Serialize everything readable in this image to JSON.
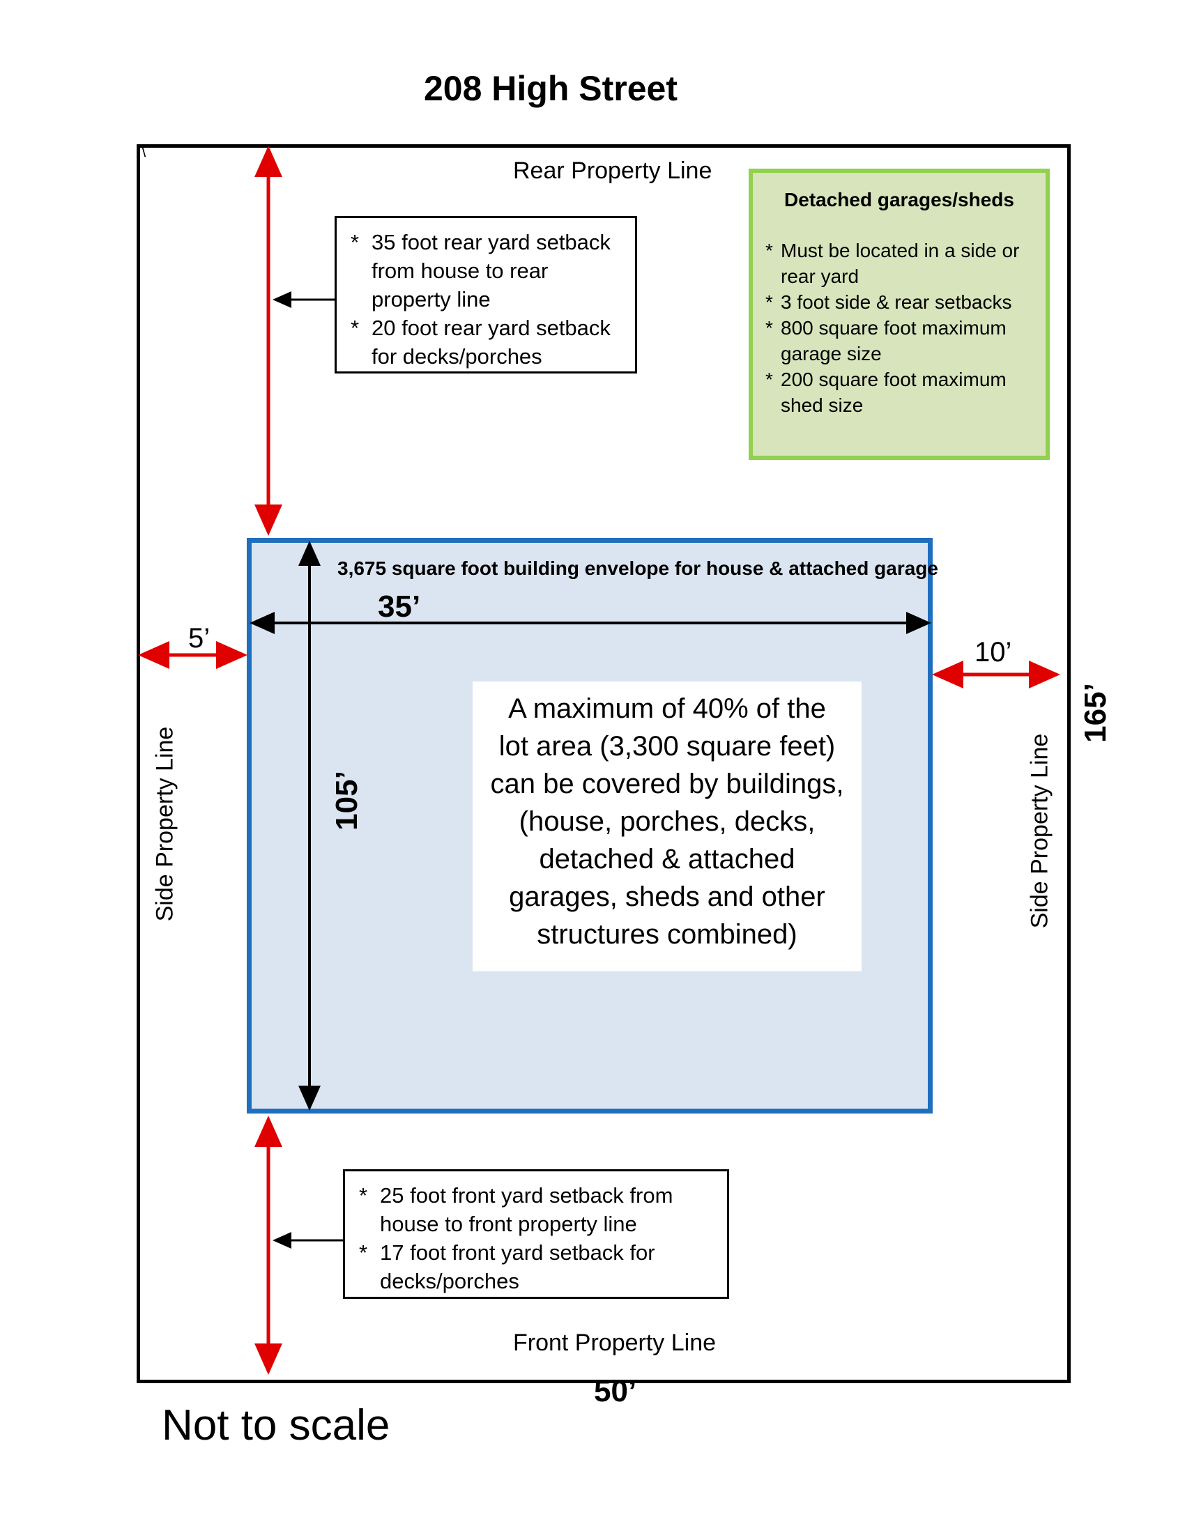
{
  "title": "208 High Street",
  "labels": {
    "rear_property_line": "Rear Property Line",
    "front_property_line": "Front Property Line",
    "side_property_line_left": "Side Property Line",
    "side_property_line_right": "Side Property Line",
    "backslash_mark": "\\"
  },
  "dimensions": {
    "lot_width": "50’",
    "lot_depth": "165’",
    "envelope_width": "35’",
    "envelope_depth": "105’",
    "left_side_setback": "5’",
    "right_side_setback": "10’"
  },
  "rear_note": {
    "items": [
      "35 foot rear yard setback from house to rear property line",
      "20 foot rear yard setback for decks/porches"
    ]
  },
  "front_note": {
    "items": [
      "25 foot front yard setback from house to front property line",
      "17 foot front yard setback for decks/porches"
    ]
  },
  "detached": {
    "heading": "Detached garages/sheds",
    "items": [
      "Must be located in a side or rear yard",
      "3 foot side & rear setbacks",
      "800 square foot maximum garage size",
      "200 square foot maximum shed size"
    ]
  },
  "envelope_label": "3,675 square foot building envelope for house & attached garage",
  "coverage_lines": [
    "A maximum of 40% of the",
    "lot area (3,300 square feet)",
    "can be covered by buildings,",
    "(house, porches, decks,",
    "detached & attached",
    "garages, sheds and other",
    "structures combined)"
  ],
  "not_to_scale": "Not to scale",
  "colors": {
    "setback_arrow": "#e00000",
    "envelope_fill": "#dbe5f1",
    "envelope_border": "#1f6fbf",
    "detached_fill": "#d8e4bc",
    "detached_border": "#92d050"
  }
}
